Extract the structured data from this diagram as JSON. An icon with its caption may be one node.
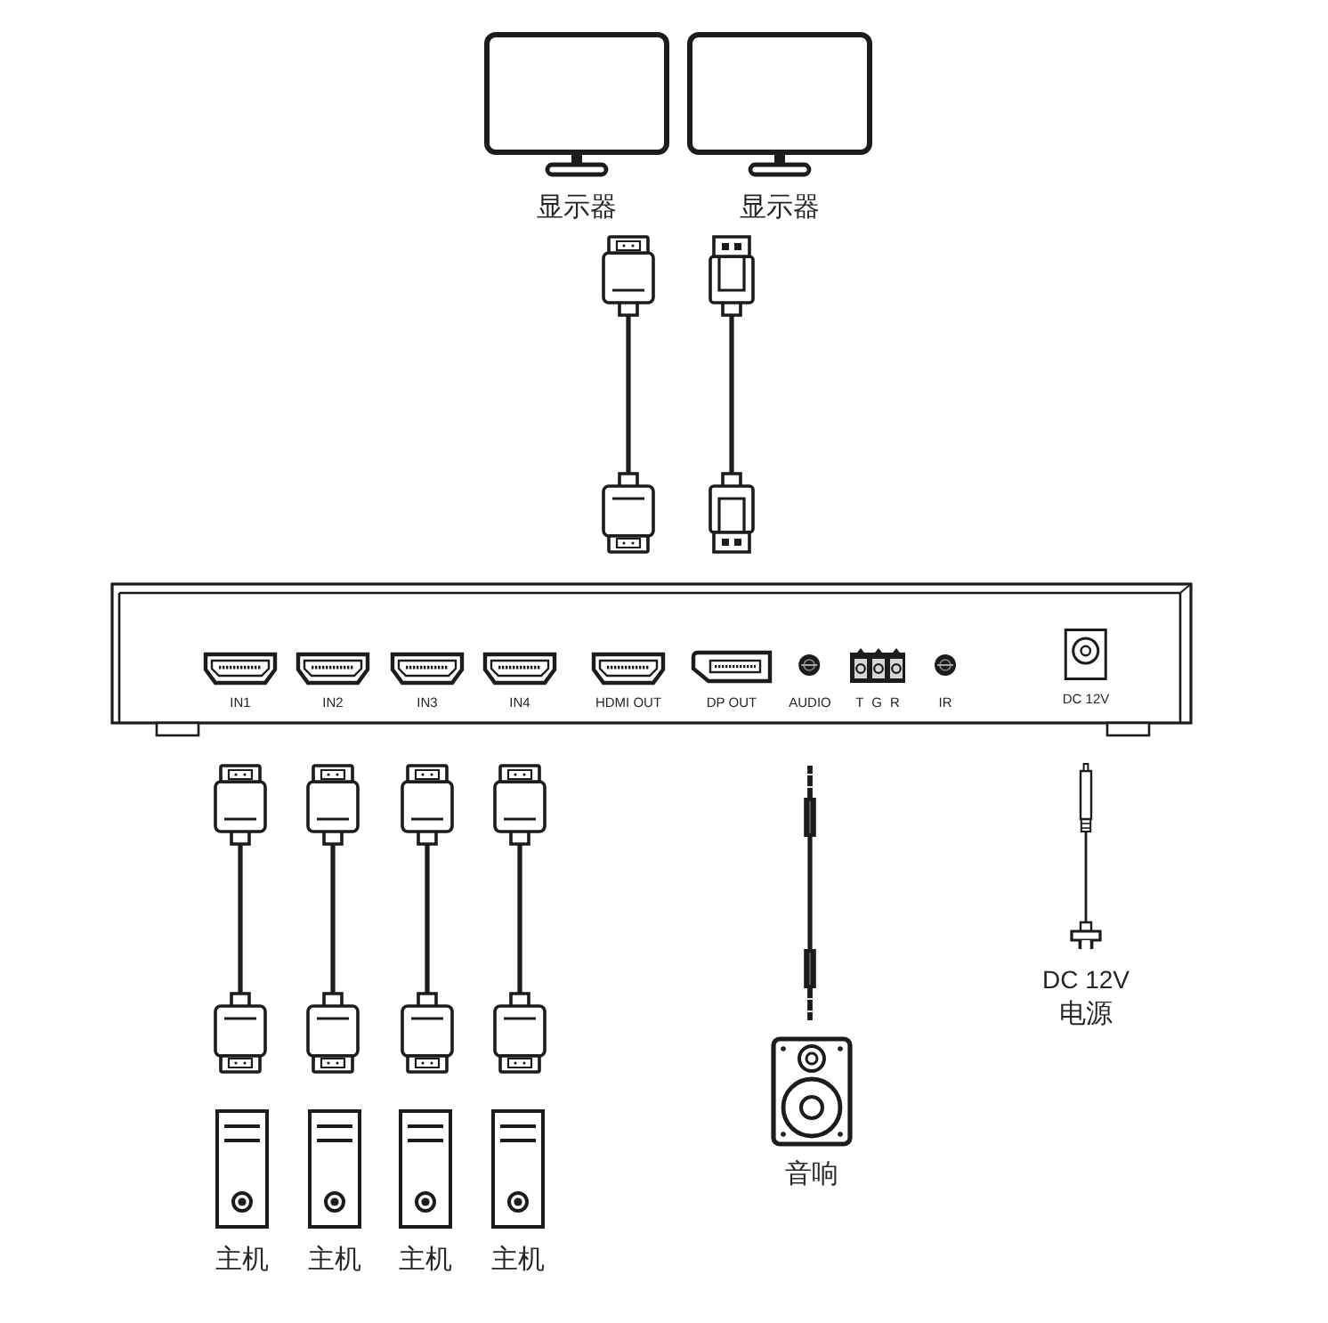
{
  "diagram": {
    "nodes": [
      {
        "text": [
          "显示器"
        ]
      },
      {
        "text": [
          "显示器"
        ]
      },
      {
        "text": [],
        "shape": "box"
      },
      {
        "text": [
          "IN1"
        ],
        "in": 2
      },
      {
        "text": [
          "IN2"
        ],
        "in": 2
      },
      {
        "text": [
          "IN3"
        ],
        "in": 2
      },
      {
        "text": [
          "IN4"
        ],
        "in": 2
      },
      {
        "text": [
          "HDMI OUT"
        ],
        "in": 2
      },
      {
        "text": [
          "DP OUT"
        ],
        "in": 2
      },
      {
        "text": [
          "AUDIO"
        ],
        "in": 2
      },
      {
        "text": [
          "T G R"
        ],
        "in": 2
      },
      {
        "text": [
          "IR"
        ],
        "in": 2
      },
      {
        "text": [
          "DC 12V"
        ],
        "in": 2
      },
      {
        "text": [
          "主机"
        ]
      },
      {
        "text": [
          "主机"
        ]
      },
      {
        "text": [
          "主机"
        ]
      },
      {
        "text": [
          "主机"
        ]
      },
      {
        "text": [
          "音响"
        ]
      },
      {
        "text": [
          "DC 12V",
          "电源"
        ]
      }
    ],
    "edges": [
      {
        "from": 7,
        "to": 0,
        "arrow": "other"
      },
      {
        "from": 8,
        "to": 1,
        "arrow": "other"
      },
      {
        "from": 13,
        "to": 3,
        "arrow": "other"
      },
      {
        "from": 14,
        "to": 4,
        "arrow": "other"
      },
      {
        "from": 15,
        "to": 5,
        "arrow": "other"
      },
      {
        "from": 16,
        "to": 6,
        "arrow": "other"
      },
      {
        "from": 9,
        "to": 17,
        "arrow": "other"
      },
      {
        "from": 18,
        "to": 12,
        "arrow": "other"
      }
    ]
  }
}
